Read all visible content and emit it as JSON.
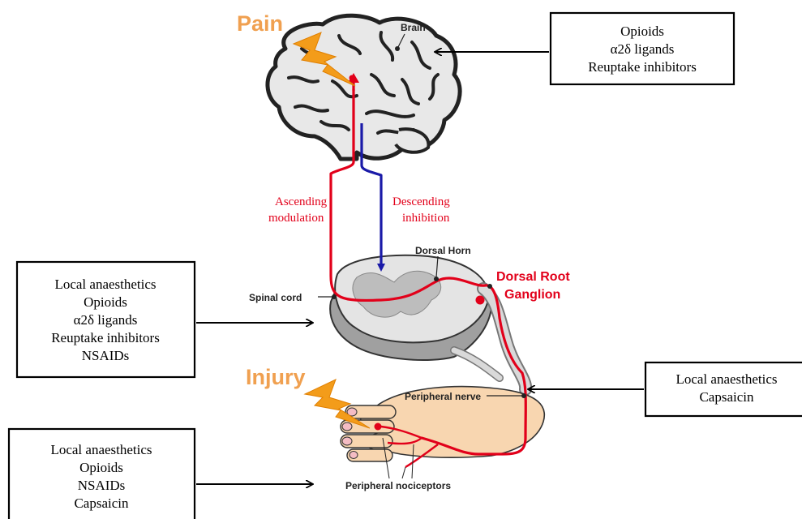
{
  "labels": {
    "pain": "Pain",
    "injury": "Injury",
    "brain": "Brain",
    "dorsal_horn": "Dorsal Horn",
    "spinal_cord": "Spinal cord",
    "dorsal_root_ganglion_line1": "Dorsal Root",
    "dorsal_root_ganglion_line2": "Ganglion",
    "peripheral_nerve": "Peripheral nerve",
    "peripheral_nociceptors": "Peripheral nociceptors",
    "ascending_line1": "Ascending",
    "ascending_line2": "modulation",
    "descending_line1": "Descending",
    "descending_line2": "inhibition"
  },
  "boxes": {
    "brain_drugs": [
      "Opioids",
      "α2δ ligands",
      "Reuptake inhibitors"
    ],
    "spinal_drugs": [
      "Local anaesthetics",
      "Opioids",
      "α2δ ligands",
      "Reuptake inhibitors",
      "NSAIDs"
    ],
    "nerve_drugs": [
      "Local anaesthetics",
      "Capsaicin"
    ],
    "nociceptor_drugs": [
      "Local anaesthetics",
      "Opioids",
      "NSAIDs",
      "Capsaicin"
    ]
  },
  "colors": {
    "ascending": "#e2001a",
    "descending": "#1a1aa8",
    "bolt": "#f39c1a",
    "skin": "#f8d6b0",
    "label_orange": "#f0a050"
  }
}
